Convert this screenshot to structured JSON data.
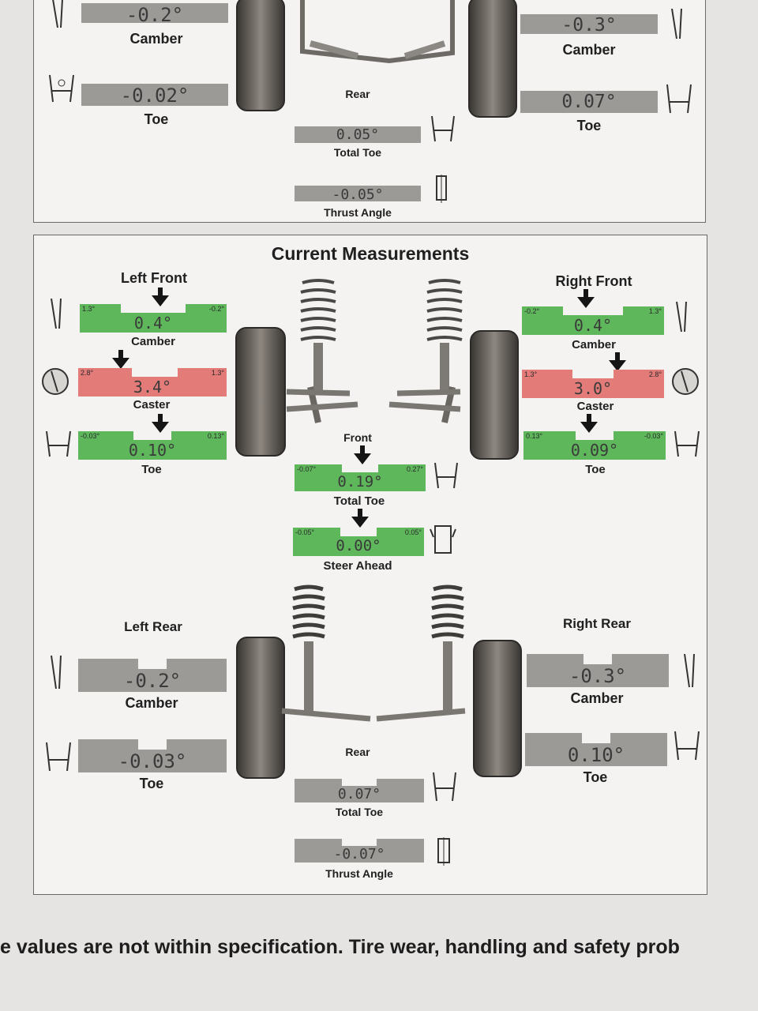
{
  "top_section": {
    "left_camber": {
      "value": "-0.2°",
      "label": "Camber"
    },
    "left_toe": {
      "value": "-0.02°",
      "label": "Toe"
    },
    "right_camber": {
      "value": "-0.3°",
      "label": "Camber"
    },
    "right_toe": {
      "value": "0.07°",
      "label": "Toe"
    },
    "axle_label": "Rear",
    "total_toe": {
      "value": "0.05°",
      "label": "Total Toe"
    },
    "thrust_angle": {
      "value": "-0.05°",
      "label": "Thrust Angle"
    }
  },
  "current": {
    "title": "Current Measurements",
    "left_front": {
      "title": "Left Front",
      "camber": {
        "value": "0.4°",
        "min": "1.3°",
        "max": "-0.2°",
        "label": "Camber",
        "status": "green"
      },
      "caster": {
        "value": "3.4°",
        "min": "2.8°",
        "max": "1.3°",
        "label": "Caster",
        "status": "red"
      },
      "toe": {
        "value": "0.10°",
        "min": "-0.03°",
        "max": "0.13°",
        "label": "Toe",
        "status": "green"
      }
    },
    "right_front": {
      "title": "Right Front",
      "camber": {
        "value": "0.4°",
        "min": "-0.2°",
        "max": "1.3°",
        "label": "Camber",
        "status": "green"
      },
      "caster": {
        "value": "3.0°",
        "min": "1.3°",
        "max": "2.8°",
        "label": "Caster",
        "status": "red"
      },
      "toe": {
        "value": "0.09°",
        "min": "0.13°",
        "max": "-0.03°",
        "label": "Toe",
        "status": "green"
      }
    },
    "front_label": "Front",
    "front_total_toe": {
      "value": "0.19°",
      "min": "-0.07°",
      "max": "0.27°",
      "label": "Total Toe",
      "status": "green"
    },
    "steer_ahead": {
      "value": "0.00°",
      "min": "-0.05°",
      "max": "0.05°",
      "label": "Steer Ahead",
      "status": "green"
    },
    "left_rear": {
      "title": "Left Rear",
      "camber": {
        "value": "-0.2°",
        "label": "Camber"
      },
      "toe": {
        "value": "-0.03°",
        "label": "Toe"
      }
    },
    "right_rear": {
      "title": "Right Rear",
      "camber": {
        "value": "-0.3°",
        "label": "Camber"
      },
      "toe": {
        "value": "0.10°",
        "label": "Toe"
      }
    },
    "rear_label": "Rear",
    "rear_total_toe": {
      "value": "0.07°",
      "label": "Total Toe"
    },
    "thrust_angle": {
      "value": "-0.07°",
      "label": "Thrust Angle"
    }
  },
  "footer": "e values are not within specification.  Tire wear, handling and safety prob",
  "colors": {
    "in_spec": "#5fb75c",
    "out_of_spec": "#e37b79",
    "no_spec": "#9c9a97"
  },
  "icons": [
    "camber-icon",
    "toe-icon",
    "caster-icon",
    "total-toe-icon",
    "thrust-angle-icon",
    "steer-ahead-icon",
    "wheel-icon",
    "strut-icon",
    "pointer-arrow-icon"
  ]
}
